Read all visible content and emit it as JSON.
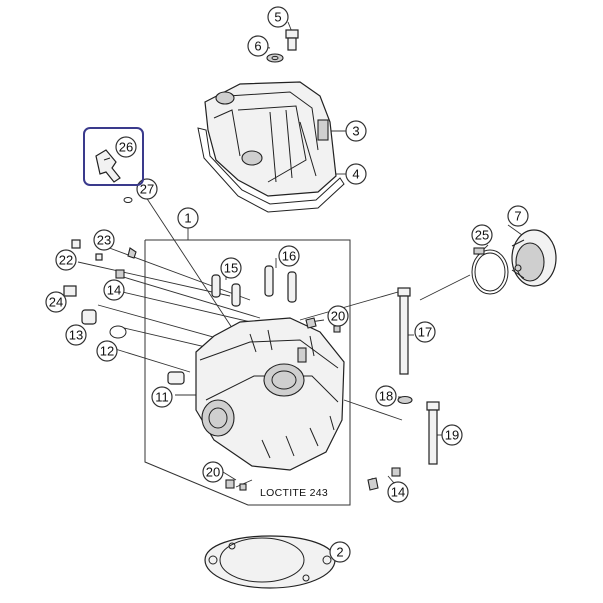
{
  "callouts": [
    {
      "label": "1"
    },
    {
      "label": "2"
    },
    {
      "label": "3"
    },
    {
      "label": "4"
    },
    {
      "label": "5"
    },
    {
      "label": "6"
    },
    {
      "label": "7"
    },
    {
      "label": "11"
    },
    {
      "label": "12"
    },
    {
      "label": "13"
    },
    {
      "label": "14"
    },
    {
      "label": "14"
    },
    {
      "label": "15"
    },
    {
      "label": "16"
    },
    {
      "label": "17"
    },
    {
      "label": "18"
    },
    {
      "label": "19"
    },
    {
      "label": "20"
    },
    {
      "label": "20"
    },
    {
      "label": "22"
    },
    {
      "label": "23"
    },
    {
      "label": "24"
    },
    {
      "label": "25"
    },
    {
      "label": "26"
    },
    {
      "label": "27"
    }
  ],
  "note": {
    "text": "LOCTITE 243"
  },
  "highlight": {
    "color": "#3a3a8c",
    "target": "26"
  }
}
